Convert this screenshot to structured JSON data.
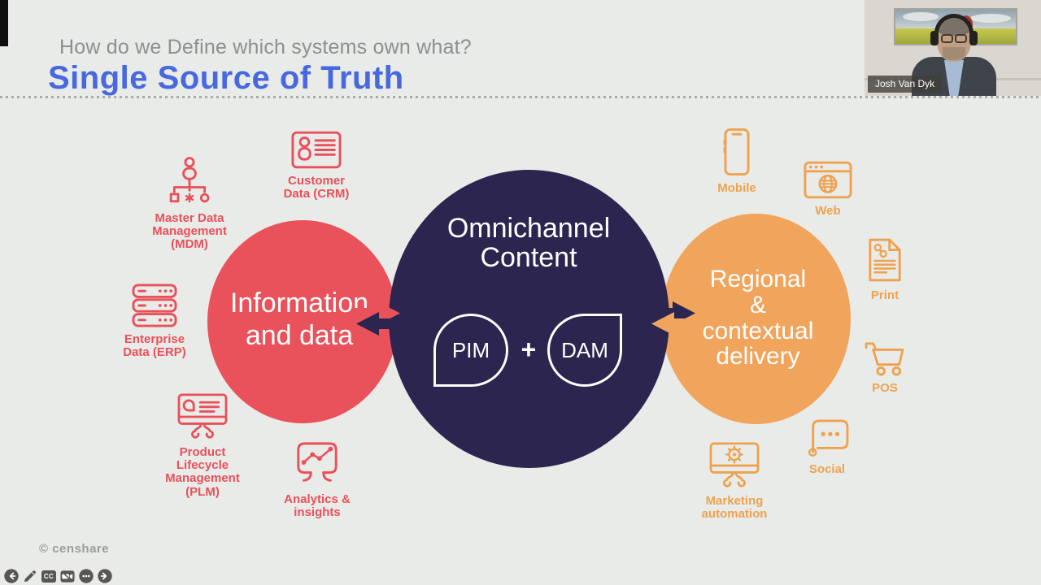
{
  "colors": {
    "background": "#e9ebe8",
    "title_blue": "#4768df",
    "subtitle_gray": "#8d8f90",
    "data_red": "#ea525b",
    "content_navy": "#2b2550",
    "delivery_orange": "#f0a45c",
    "label_red": "#e9505a",
    "label_orange": "#eea24f"
  },
  "header": {
    "subtitle": "How do we Define which systems own what?",
    "title": "Single Source of Truth"
  },
  "webcam": {
    "name_label": "Josh Van Dyk"
  },
  "diagram": {
    "information_circle": {
      "label": "Information\nand data"
    },
    "omnichannel_circle": {
      "title": "Omnichannel\nContent",
      "pim_label": "PIM",
      "plus": "+",
      "dam_label": "DAM"
    },
    "delivery_circle": {
      "label": "Regional\n&\ncontextual\ndelivery"
    },
    "sources": [
      {
        "id": "mdm",
        "icon": "org-chart-icon",
        "label": "Master Data\nManagement\n(MDM)"
      },
      {
        "id": "crm",
        "icon": "contact-card-icon",
        "label": "Customer\nData (CRM)"
      },
      {
        "id": "erp",
        "icon": "server-stack-icon",
        "label": "Enterprise\nData (ERP)"
      },
      {
        "id": "plm",
        "icon": "monitor-stand-icon",
        "label": "Product\nLifecycle\nManagement\n(PLM)"
      },
      {
        "id": "analytics",
        "icon": "chart-bubble-icon",
        "label": "Analytics &\ninsights"
      }
    ],
    "channels": [
      {
        "id": "mobile",
        "icon": "smartphone-icon",
        "label": "Mobile"
      },
      {
        "id": "web",
        "icon": "browser-globe-icon",
        "label": "Web"
      },
      {
        "id": "print",
        "icon": "document-icon",
        "label": "Print"
      },
      {
        "id": "pos",
        "icon": "shopping-cart-icon",
        "label": "POS"
      },
      {
        "id": "social",
        "icon": "speech-bubble-icon",
        "label": "Social"
      },
      {
        "id": "marketing",
        "icon": "monitor-gear-icon",
        "label": "Marketing\nautomation"
      }
    ]
  },
  "footer": {
    "copyright": "© censhare"
  },
  "toolbar": {
    "items": [
      {
        "id": "back",
        "icon": "arrow-left-circle-icon"
      },
      {
        "id": "draw",
        "icon": "pencil-icon"
      },
      {
        "id": "captions",
        "icon": "cc-icon",
        "label": "CC"
      },
      {
        "id": "video-off",
        "icon": "video-off-icon"
      },
      {
        "id": "more",
        "icon": "ellipsis-circle-icon"
      },
      {
        "id": "forward",
        "icon": "arrow-right-circle-icon"
      }
    ]
  }
}
